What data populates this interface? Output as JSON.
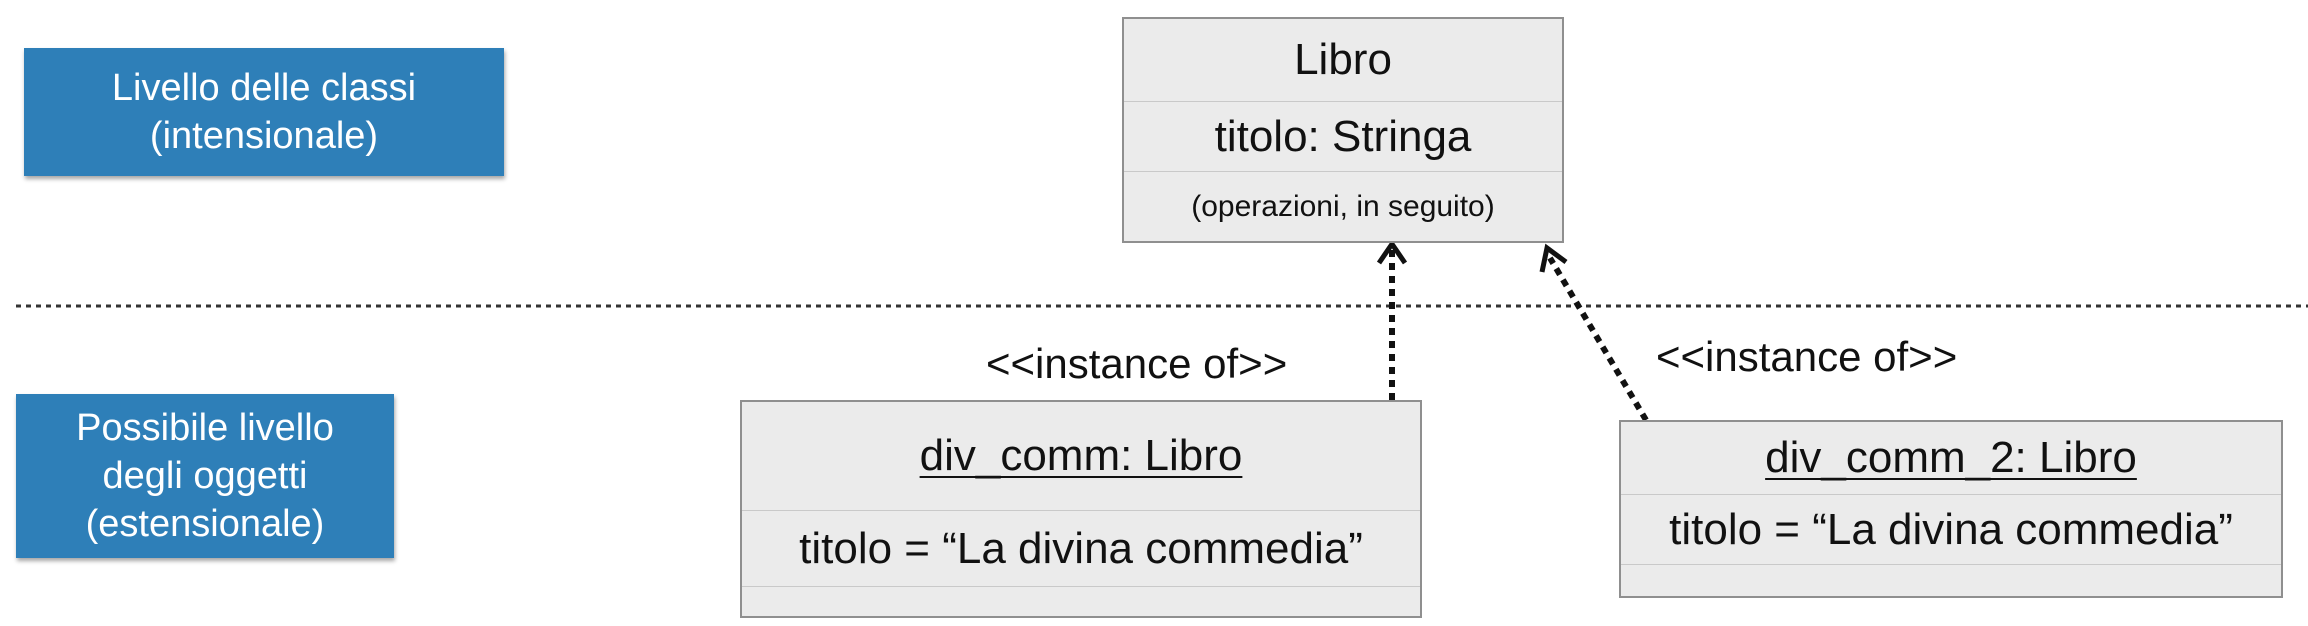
{
  "levels": {
    "class_level": "Livello delle classi\n(intensionale)",
    "object_level": "Possibile livello\ndegli oggetti\n(estensionale)"
  },
  "class_box": {
    "name": "Libro",
    "attribute": "titolo: Stringa",
    "operations": "(operazioni, in seguito)"
  },
  "object1": {
    "name": "div_comm: Libro",
    "attribute": "titolo = “La divina commedia”"
  },
  "object2": {
    "name": "div_comm_2: Libro",
    "attribute": "titolo = “La divina commedia”"
  },
  "relations": {
    "instance_of_1": "<<instance of>>",
    "instance_of_2": "<<instance of>>"
  },
  "colors": {
    "tag_fill": "#2e7fb8",
    "box_fill": "#ebebeb"
  }
}
